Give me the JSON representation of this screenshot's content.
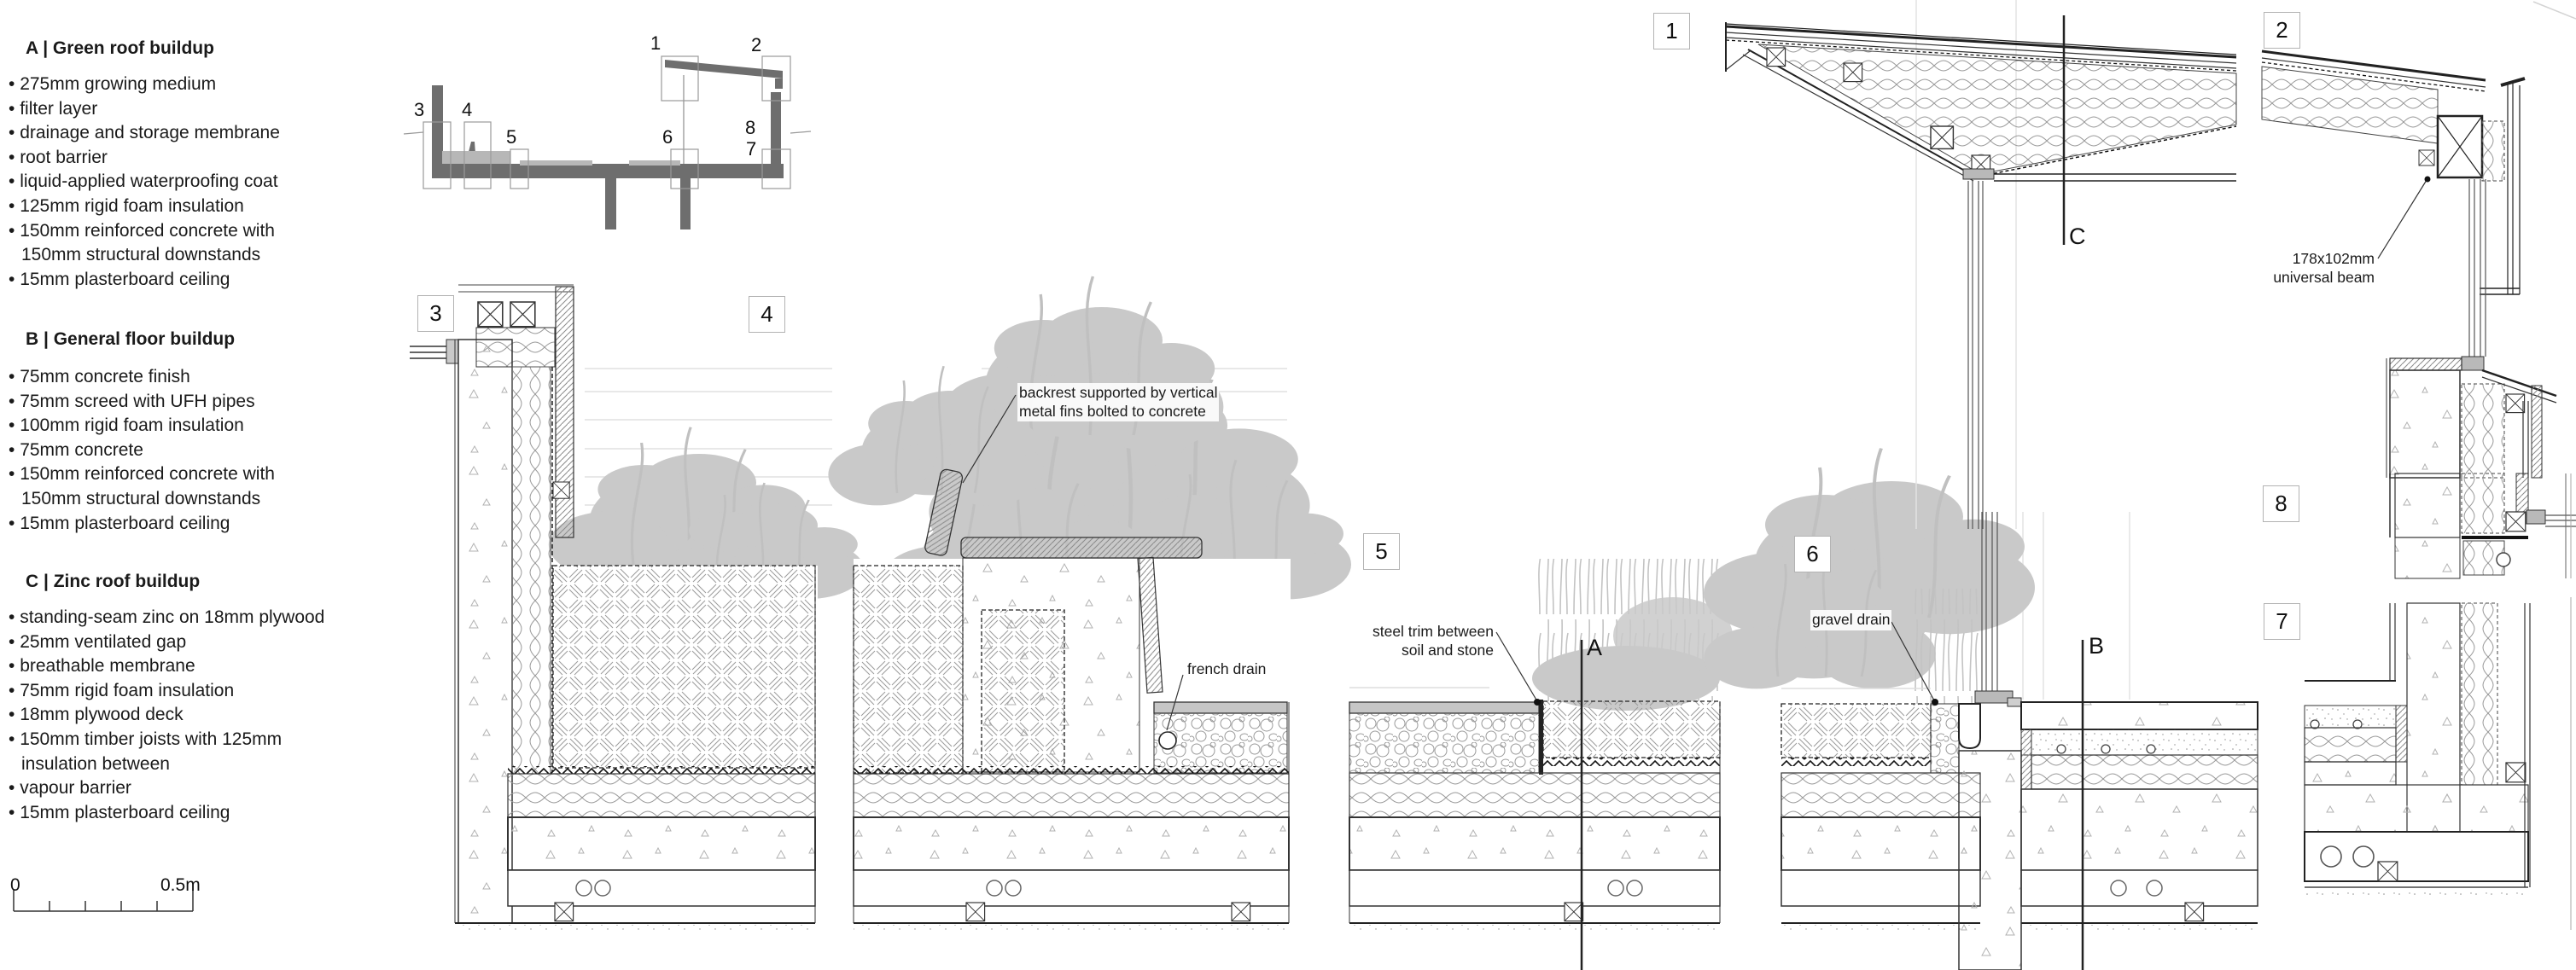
{
  "legend": {
    "sections": [
      {
        "heading": "A | Green roof buildup",
        "items": [
          "275mm growing medium",
          "filter layer",
          "drainage and storage membrane",
          "root barrier",
          "liquid-applied waterproofing coat",
          "125mm rigid foam insulation",
          "150mm reinforced concrete with\n150mm structural downstands",
          "15mm plasterboard ceiling"
        ]
      },
      {
        "heading": "B | General floor buildup",
        "items": [
          "75mm concrete finish",
          "75mm screed with UFH pipes",
          "100mm rigid foam insulation",
          "75mm concrete",
          "150mm reinforced concrete with\n150mm structural downstands",
          "15mm plasterboard ceiling"
        ]
      },
      {
        "heading": "C | Zinc roof buildup",
        "items": [
          "standing-seam zinc on 18mm plywood",
          "25mm ventilated gap",
          "breathable membrane",
          "75mm rigid foam insulation",
          "18mm plywood deck",
          "150mm timber joists with 125mm\ninsulation between",
          "vapour barrier",
          "15mm plasterboard ceiling"
        ]
      }
    ]
  },
  "callouts": [
    "1",
    "2",
    "3",
    "4",
    "5",
    "6",
    "7",
    "8"
  ],
  "section_markers": {
    "a": "A",
    "b": "B",
    "c": "C"
  },
  "annotations": {
    "backrest": "backrest supported by vertical\nmetal fins bolted to concrete",
    "french_drain": "french drain",
    "steel_trim": "steel trim between\nsoil and stone",
    "gravel_drain": "gravel drain",
    "universal_beam": "178x102mm\nuniversal beam"
  },
  "scale_bar": {
    "start": "0",
    "end": "0.5m"
  },
  "colors": {
    "ink": "#1a1a1a",
    "line": "#2b2b2b",
    "plant_gray": "#c9c9c9",
    "keyplan_gray": "#6e6e6e",
    "hatch_gray": "#9a9a9a"
  }
}
